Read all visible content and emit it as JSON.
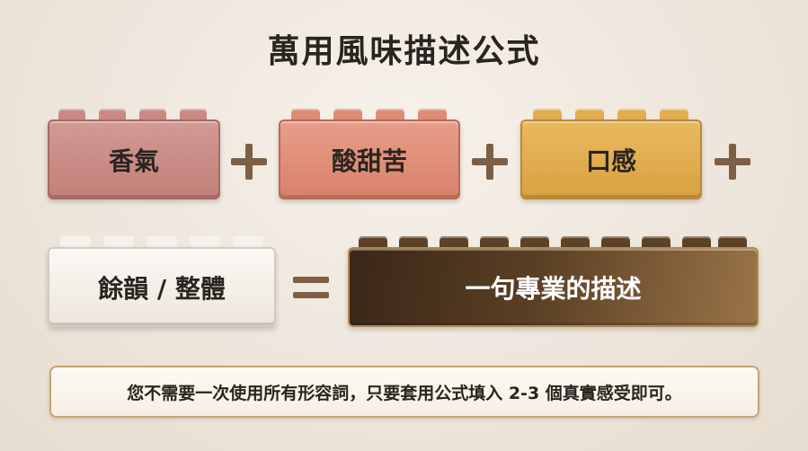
{
  "title": "萬用風味描述公式",
  "blocks": {
    "aroma": "香氣",
    "taste": "酸甜苦",
    "mouthfeel": "口感",
    "finish": "餘韻 / 整體",
    "result": "一句專業的描述"
  },
  "operators": {
    "plus": "+",
    "equals": "="
  },
  "note": "您不需要一次使用所有形容詞，只要套用公式填入 2-3 個真實感受即可。",
  "colors": {
    "aroma": "#c98a84",
    "taste": "#de8c76",
    "mouthfeel": "#e1ad4f",
    "finish": "#f5f0ea",
    "result": "#5c4227",
    "operator": "#7d5f45"
  }
}
